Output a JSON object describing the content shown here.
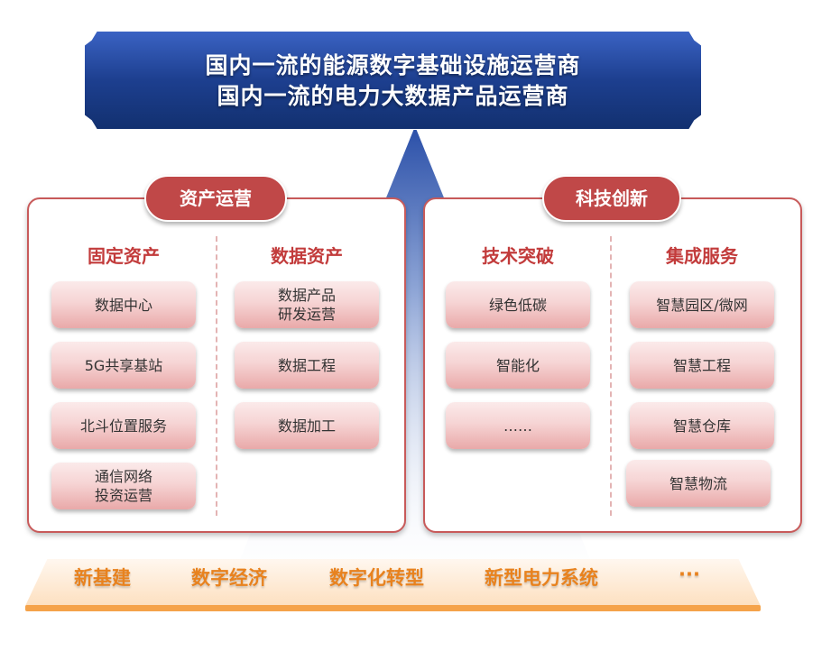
{
  "banner": {
    "line1": "国内一流的能源数字基础设施运营商",
    "line2": "国内一流的电力大数据产品运营商"
  },
  "left_panel": {
    "title": "资产运营",
    "col1": {
      "heading": "固定资产",
      "items": [
        "数据中心",
        "5G共享基站",
        "北斗位置服务",
        "通信网络\n投资运营"
      ]
    },
    "col2": {
      "heading": "数据资产",
      "items": [
        "数据产品\n研发运营",
        "数据工程",
        "数据加工"
      ]
    }
  },
  "right_panel": {
    "title": "科技创新",
    "col1": {
      "heading": "技术突破",
      "items": [
        "绿色低碳",
        "智能化",
        "……"
      ]
    },
    "col2": {
      "heading": "集成服务",
      "items": [
        "智慧园区/微网",
        "智慧工程",
        "智慧仓库",
        "智慧物流"
      ]
    }
  },
  "bottom": {
    "keywords": [
      "新基建",
      "数字经济",
      "数字化转型",
      "新型电力系统",
      "···"
    ]
  },
  "colors": {
    "banner_blue": "#1d3f8f",
    "accent_red": "#c04848",
    "bottom_orange": "#e8821e"
  }
}
